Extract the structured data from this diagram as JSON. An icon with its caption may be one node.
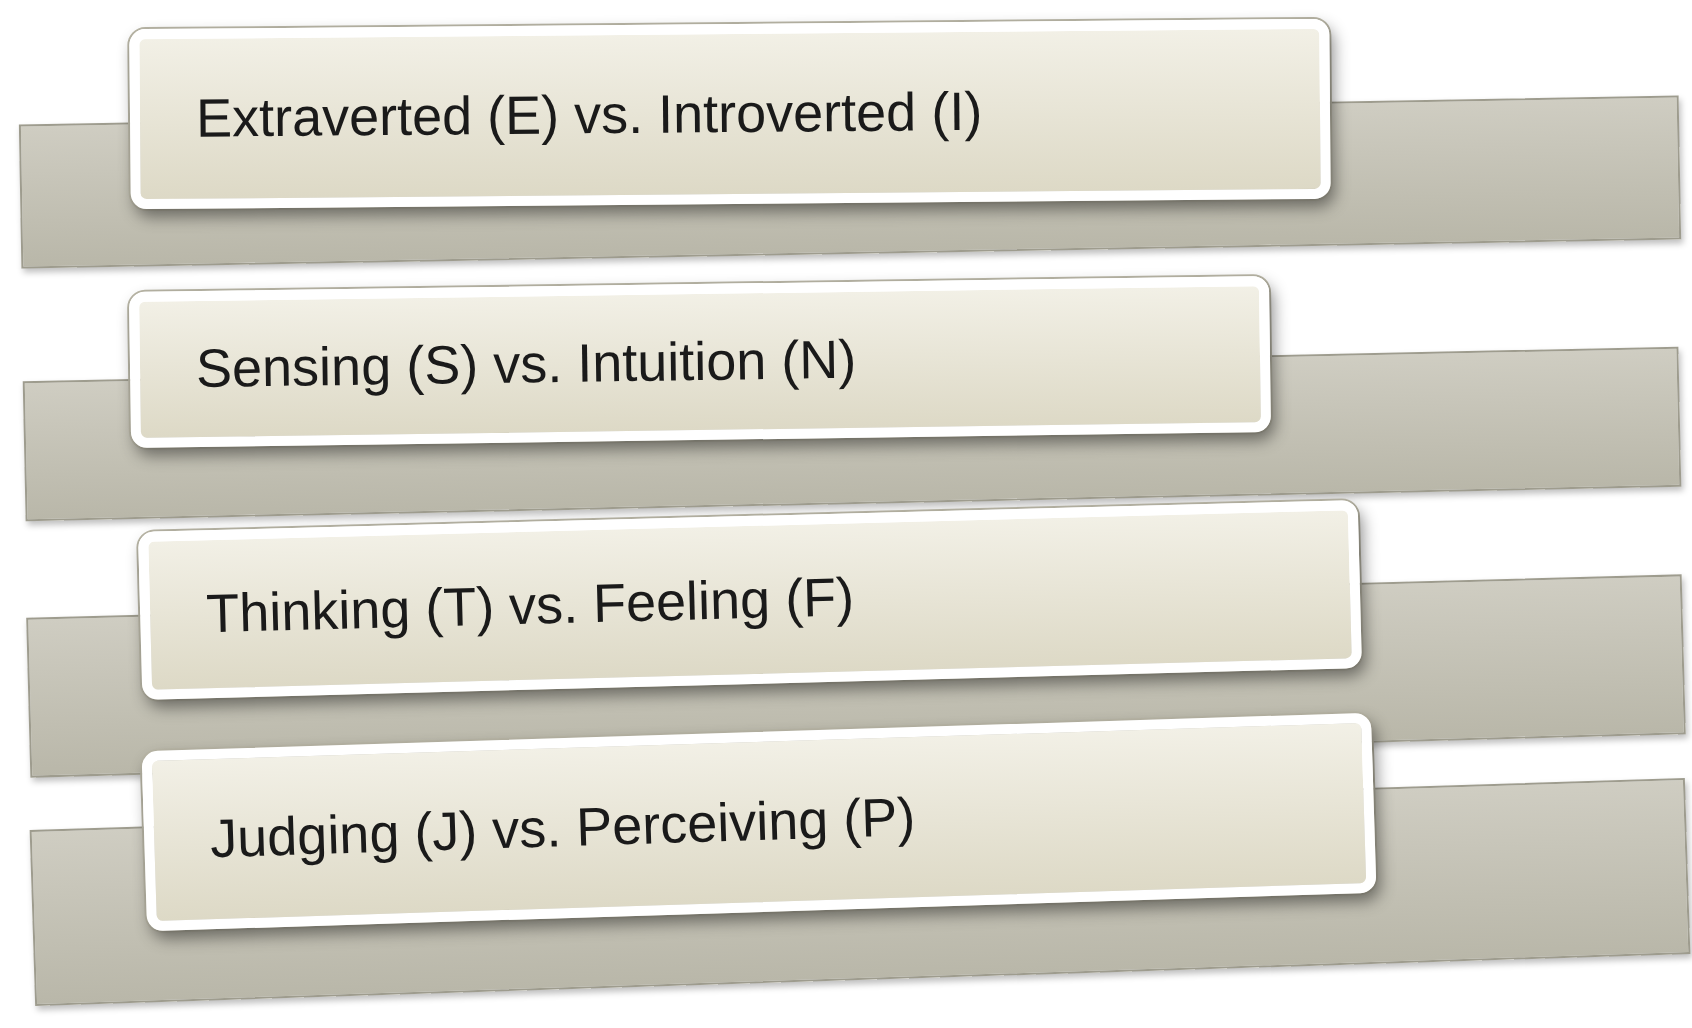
{
  "diagram": {
    "nodes": [
      {
        "text": [
          "Extraverted (E) vs. Introverted (I)"
        ]
      },
      {
        "text": [
          "Sensing (S) vs. Intuition (N)"
        ]
      },
      {
        "text": [
          "Thinking (T) vs. Feeling (F)"
        ]
      },
      {
        "text": [
          "Judging (J) vs. Perceiving (P)"
        ]
      }
    ]
  }
}
